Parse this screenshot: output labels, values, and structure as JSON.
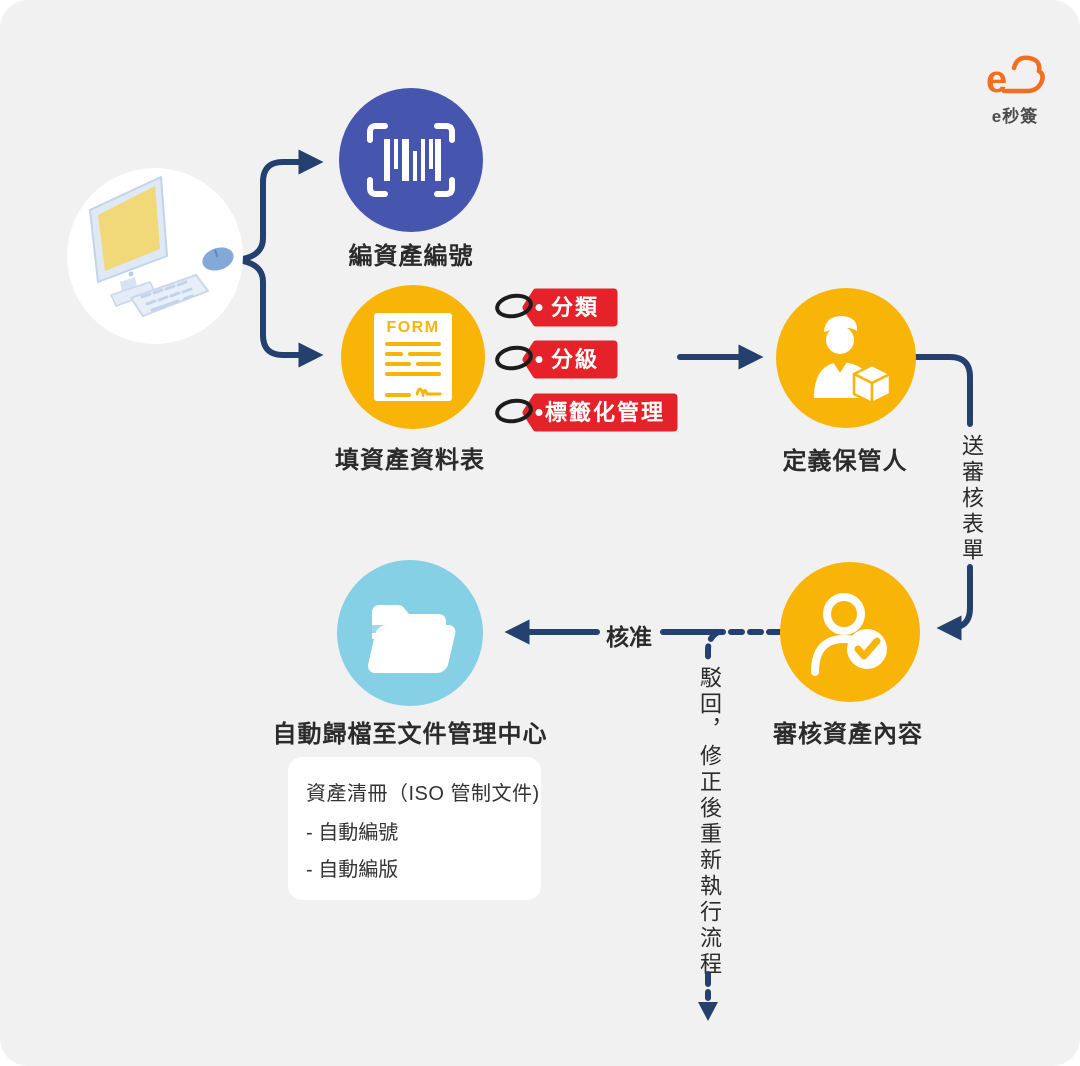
{
  "colors": {
    "panel_bg": "#f2f1f1",
    "line_navy": "#24406f",
    "circle_blue": "#4656ae",
    "circle_yellow": "#f9b408",
    "circle_cyan": "#85d0e4",
    "tag_red": "#e5212a",
    "logo_orange": "#f26f21",
    "screen_yellow": "#f1d878"
  },
  "logo": {
    "text": "e秒簽"
  },
  "nodes": {
    "barcode": {
      "label": "編資產編號"
    },
    "form": {
      "label": "填資產資料表",
      "icon_text": "FORM"
    },
    "keeper": {
      "label": "定義保管人"
    },
    "review": {
      "label": "審核資產內容"
    },
    "archive": {
      "label": "自動歸檔至文件管理中心"
    }
  },
  "tags": [
    {
      "label": "分類"
    },
    {
      "label": "分級"
    },
    {
      "label": "標籤化管理"
    }
  ],
  "edges": {
    "submit_label": "送審核表單",
    "approve_label": "核准",
    "reject_label": "駁回，修正後重新執行流程"
  },
  "info_box": {
    "title": "資產清冊（ISO 管制文件)",
    "items": [
      "- 自動編號",
      "- 自動編版"
    ]
  }
}
